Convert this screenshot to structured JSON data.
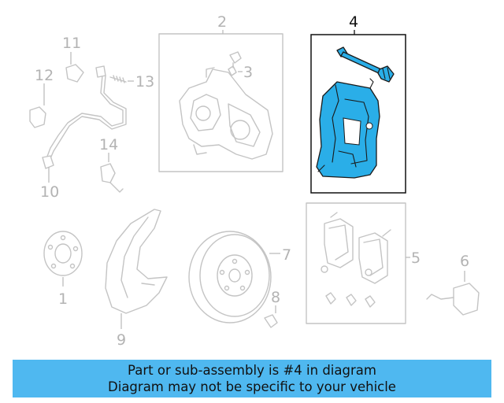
{
  "callouts": {
    "c1": "1",
    "c2": "2",
    "c3": "3",
    "c4": "4",
    "c5": "5",
    "c6": "6",
    "c7": "7",
    "c8": "8",
    "c9": "9",
    "c10": "10",
    "c11": "11",
    "c12": "12",
    "c13": "13",
    "c14": "14"
  },
  "highlighted_part": "4",
  "colors": {
    "highlight": "#2aaee8",
    "banner": "#4fb8f0",
    "ghost": "#c4c4c4"
  },
  "banner": {
    "line1": "Part or sub-assembly is #4 in diagram",
    "line2": "Diagram may not be specific to your vehicle"
  }
}
